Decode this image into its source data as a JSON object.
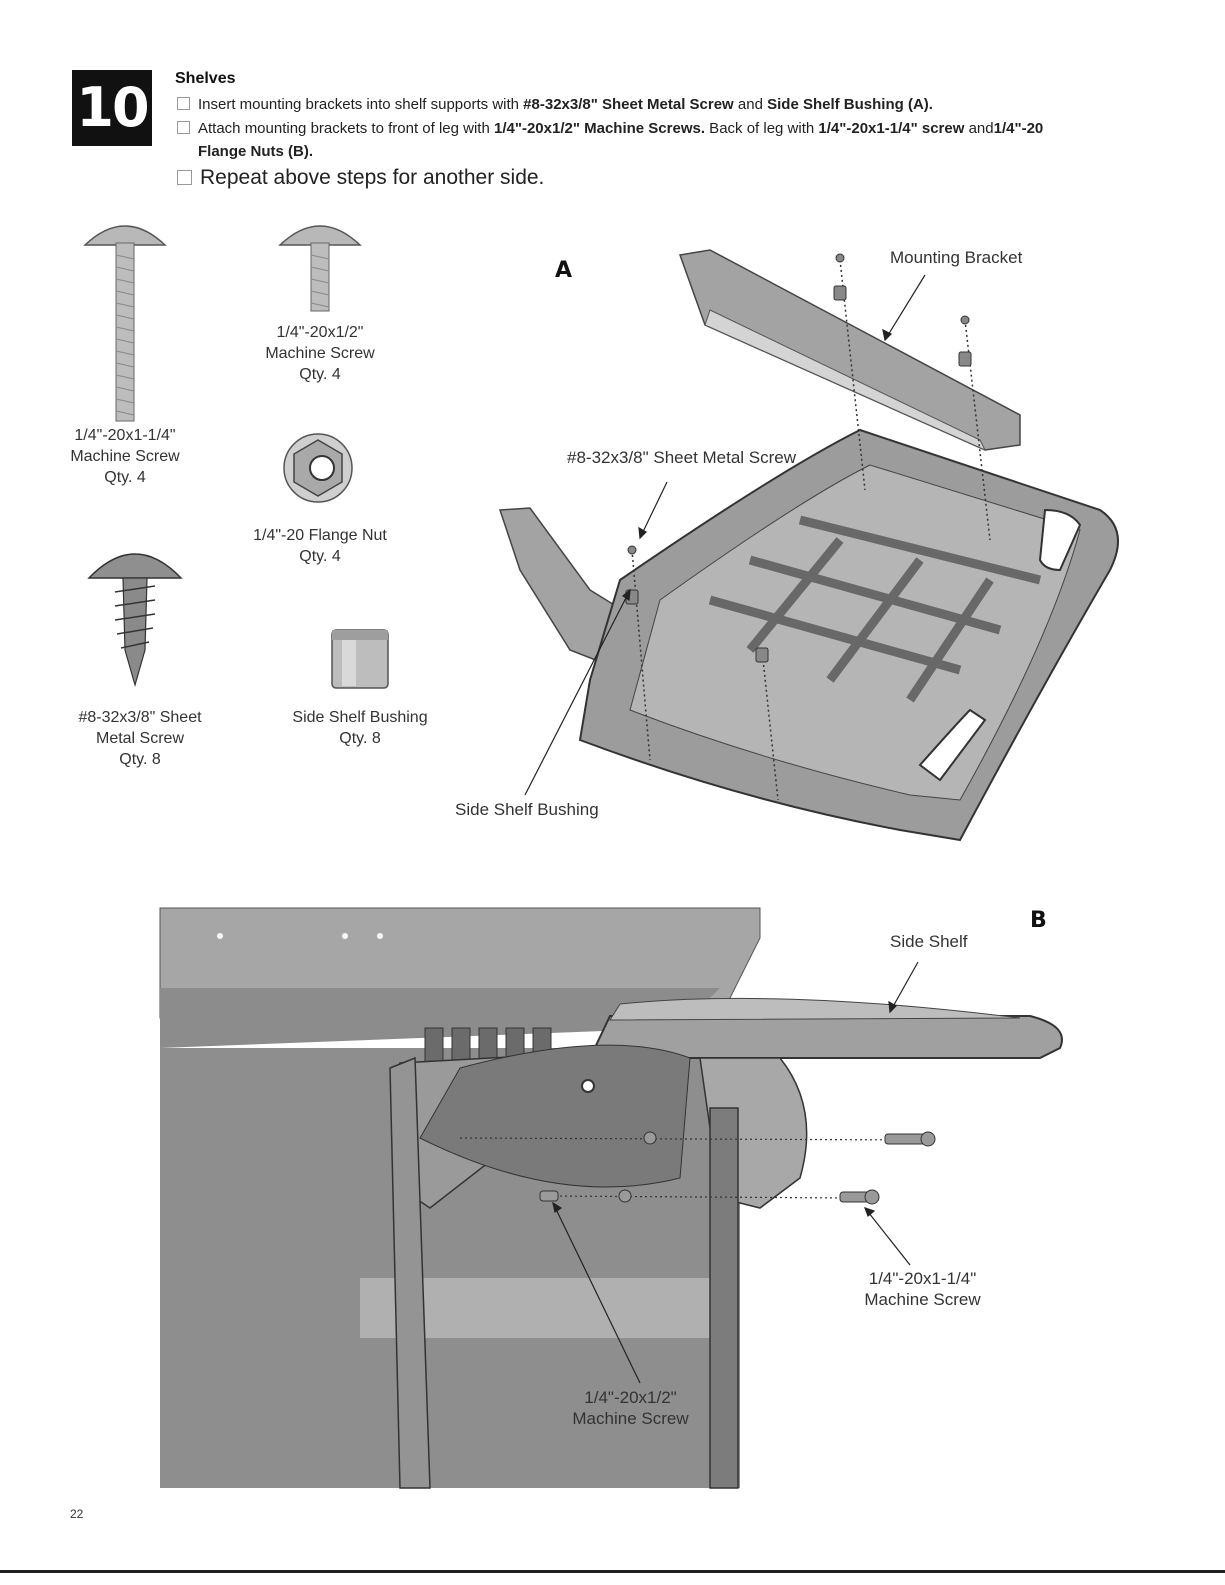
{
  "step": {
    "number": "10",
    "title": "Shelves",
    "instructions": [
      {
        "pre": "Insert mounting brackets into shelf supports with ",
        "b1": "#8-32x3/8\" Sheet Metal Screw",
        "mid": " and ",
        "b2": "Side Shelf Bushing (A)."
      },
      {
        "pre": "Attach mounting brackets to front of leg with ",
        "b1": "1/4\"-20x1/2\" Machine Screws.",
        "mid": " Back of leg with ",
        "b2": "1/4\"-20x1-1/4\" screw",
        "mid2": " and",
        "b3": "1/4\"-20",
        "b4": "Flange Nuts (B)."
      },
      {
        "text": "Repeat above steps for another side."
      }
    ]
  },
  "parts": [
    {
      "name": "1/4\"-20x1-1/4\"",
      "desc": "Machine Screw",
      "qty": "Qty. 4",
      "icon": "long-machine-screw-icon"
    },
    {
      "name": "1/4\"-20x1/2\"",
      "desc": "Machine Screw",
      "qty": "Qty. 4",
      "icon": "short-machine-screw-icon"
    },
    {
      "name": "1/4\"-20 Flange Nut",
      "qty": "Qty. 4",
      "icon": "flange-nut-icon"
    },
    {
      "name": "#8-32x3/8\" Sheet",
      "desc": "Metal Screw",
      "qty": "Qty. 8",
      "icon": "sheet-metal-screw-icon"
    },
    {
      "name": "Side Shelf Bushing",
      "qty": "Qty. 8",
      "icon": "bushing-icon"
    }
  ],
  "diagram_a": {
    "letter": "A",
    "callouts": {
      "mounting_bracket": "Mounting Bracket",
      "sheet_metal_screw": "#8-32x3/8\" Sheet Metal Screw",
      "side_shelf_bushing": "Side Shelf Bushing"
    }
  },
  "diagram_b": {
    "letter": "B",
    "callouts": {
      "side_shelf": "Side Shelf",
      "long_screw_line1": "1/4\"-20x1-1/4\"",
      "long_screw_line2": "Machine Screw",
      "short_screw_line1": "1/4\"-20x1/2\"",
      "short_screw_line2": "Machine Screw"
    }
  },
  "page_number": "22",
  "colors": {
    "ink": "#111111",
    "diagram_gray": "#9a9a9a",
    "diagram_dark": "#6f6f6f",
    "diagram_light": "#c9c9c9"
  }
}
